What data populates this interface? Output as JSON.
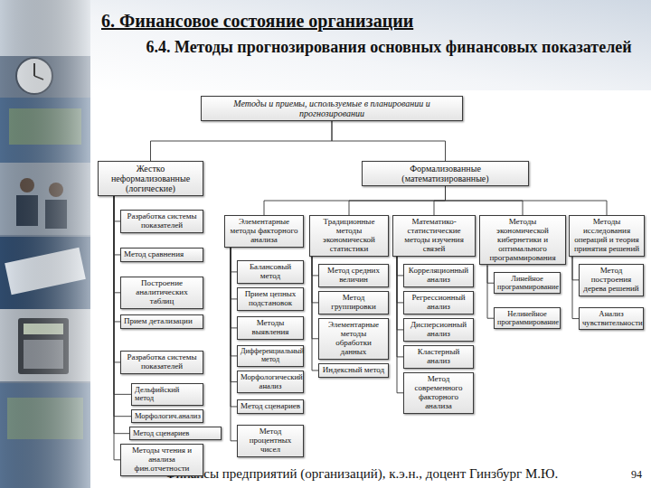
{
  "diagram": {
    "title": "6. Финансовое состояние организации",
    "caption": "Финансы предприятий (организаций), к.э.н., доцент Гинзбург М.Ю.",
    "nodes": [
      {
        "text": [
          "Методы и приемы, используемые в планировании и прогнозировании"
        ]
      },
      {
        "text": [
          "Жестко неформализованные (логические)"
        ]
      },
      {
        "text": [
          "Формализованные (математизированные)"
        ]
      },
      {
        "text": [
          "Разработка системы показателей"
        ]
      },
      {
        "text": [
          "Метод сравнения"
        ]
      },
      {
        "text": [
          "Построение аналитических таблиц"
        ]
      },
      {
        "text": [
          "Прием детализации"
        ]
      },
      {
        "text": [
          "Разработка системы показателей"
        ]
      },
      {
        "text": [
          "Дельфийский метод"
        ]
      },
      {
        "text": [
          "Морфологич.анализ"
        ]
      },
      {
        "text": [
          "Метод сценариев"
        ]
      },
      {
        "text": [
          "Методы чтения и анализа фин.отчетности"
        ]
      },
      {
        "text": [
          "Элементарные методы факторного анализа"
        ]
      },
      {
        "text": [
          "Традиционные методы экономической статистики"
        ]
      },
      {
        "text": [
          "Математико-статистические методы изучения связей"
        ]
      },
      {
        "text": [
          "Методы экономической кибернетики и оптимального программирования"
        ]
      },
      {
        "text": [
          "Методы исследования операций и теория принятия решений"
        ]
      },
      {
        "text": [
          "Балансовый метод"
        ]
      },
      {
        "text": [
          "Прием цепных подстановок"
        ]
      },
      {
        "text": [
          "Методы выявления"
        ]
      },
      {
        "text": [
          "Дифференциальный метод"
        ]
      },
      {
        "text": [
          "Морфологический анализ"
        ]
      },
      {
        "text": [
          "Метод сценариев"
        ]
      },
      {
        "text": [
          "Метод процентных чисел"
        ]
      },
      {
        "text": [
          "Метод средних величин"
        ]
      },
      {
        "text": [
          "Метод группировки"
        ]
      },
      {
        "text": [
          "Элементарные методы обработки данных"
        ]
      },
      {
        "text": [
          "Индексный метод"
        ]
      },
      {
        "text": [
          "Корреляционный анализ"
        ]
      },
      {
        "text": [
          "Регрессионный анализ"
        ]
      },
      {
        "text": [
          "Дисперсионный анализ"
        ]
      },
      {
        "text": [
          "Кластерный анализ"
        ]
      },
      {
        "text": [
          "Метод современного факторного анализа"
        ]
      },
      {
        "text": [
          "Линейное программирование"
        ]
      },
      {
        "text": [
          "Нелинейное программирование"
        ]
      },
      {
        "text": [
          "Метод построения дерева решений"
        ]
      },
      {
        "text": [
          "Анализ чувствительности"
        ]
      }
    ],
    "edges": [
      {
        "from": 0,
        "to": 1,
        "arrow": "none"
      },
      {
        "from": 0,
        "to": 2,
        "arrow": "none"
      },
      {
        "from": 1,
        "to": 3,
        "arrow": "none"
      },
      {
        "from": 1,
        "to": 4,
        "arrow": "none"
      },
      {
        "from": 1,
        "to": 5,
        "arrow": "none"
      },
      {
        "from": 1,
        "to": 6,
        "arrow": "none"
      },
      {
        "from": 1,
        "to": 7,
        "arrow": "none"
      },
      {
        "from": 1,
        "to": 8,
        "arrow": "none"
      },
      {
        "from": 1,
        "to": 9,
        "arrow": "none"
      },
      {
        "from": 1,
        "to": 10,
        "arrow": "none"
      },
      {
        "from": 1,
        "to": 11,
        "arrow": "none"
      },
      {
        "from": 2,
        "to": 12,
        "arrow": "none"
      },
      {
        "from": 2,
        "to": 13,
        "arrow": "none"
      },
      {
        "from": 2,
        "to": 14,
        "arrow": "none"
      },
      {
        "from": 2,
        "to": 15,
        "arrow": "none"
      },
      {
        "from": 2,
        "to": 16,
        "arrow": "none"
      },
      {
        "from": 12,
        "to": 17,
        "arrow": "none"
      },
      {
        "from": 12,
        "to": 18,
        "arrow": "none"
      },
      {
        "from": 12,
        "to": 19,
        "arrow": "none"
      },
      {
        "from": 12,
        "to": 20,
        "arrow": "none"
      },
      {
        "from": 12,
        "to": 21,
        "arrow": "none"
      },
      {
        "from": 12,
        "to": 22,
        "arrow": "none"
      },
      {
        "from": 12,
        "to": 23,
        "arrow": "none"
      },
      {
        "from": 13,
        "to": 24,
        "arrow": "none"
      },
      {
        "from": 13,
        "to": 25,
        "arrow": "none"
      },
      {
        "from": 13,
        "to": 26,
        "arrow": "none"
      },
      {
        "from": 13,
        "to": 27,
        "arrow": "none"
      },
      {
        "from": 14,
        "to": 28,
        "arrow": "none"
      },
      {
        "from": 14,
        "to": 29,
        "arrow": "none"
      },
      {
        "from": 14,
        "to": 30,
        "arrow": "none"
      },
      {
        "from": 14,
        "to": 31,
        "arrow": "none"
      },
      {
        "from": 14,
        "to": 32,
        "arrow": "none"
      },
      {
        "from": 15,
        "to": 33,
        "arrow": "none"
      },
      {
        "from": 15,
        "to": 34,
        "arrow": "none"
      },
      {
        "from": 16,
        "to": 35,
        "arrow": "none"
      },
      {
        "from": 16,
        "to": 36,
        "arrow": "none"
      }
    ],
    "labels": [
      "6.4. Методы прогнозирования основных финансовых показателей",
      "94"
    ]
  }
}
